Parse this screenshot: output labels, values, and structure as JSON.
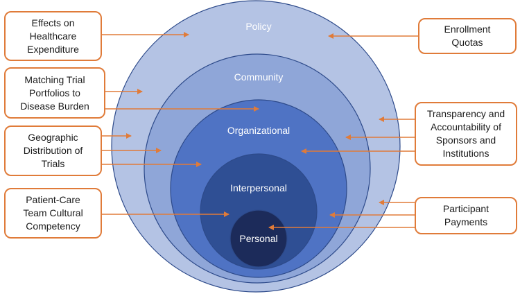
{
  "levels": [
    {
      "name": "Policy",
      "color": "#b4c3e4"
    },
    {
      "name": "Community",
      "color": "#8fa6d8"
    },
    {
      "name": "Organizational",
      "color": "#4f73c4"
    },
    {
      "name": "Interpersonal",
      "color": "#2f4f94"
    },
    {
      "name": "Personal",
      "color": "#1c2b5a"
    }
  ],
  "ring_stroke_color": "#2d4a8a",
  "arrow_color": "#e07b39",
  "boxes": {
    "effects_expenditure": [
      "Effects on",
      "Healthcare",
      "Expenditure"
    ],
    "matching_portfolios": [
      "Matching Trial",
      "Portfolios to",
      "Disease Burden"
    ],
    "geographic_distribution": [
      "Geographic",
      "Distribution of",
      "Trials"
    ],
    "cultural_competency": [
      "Patient-Care",
      "Team Cultural",
      "Competency"
    ],
    "enrollment_quotas": [
      "Enrollment",
      "Quotas"
    ],
    "transparency": [
      "Transparency and",
      "Accountability of",
      "Sponsors and",
      "Institutions"
    ],
    "participant_payments": [
      "Participant",
      "Payments"
    ]
  }
}
